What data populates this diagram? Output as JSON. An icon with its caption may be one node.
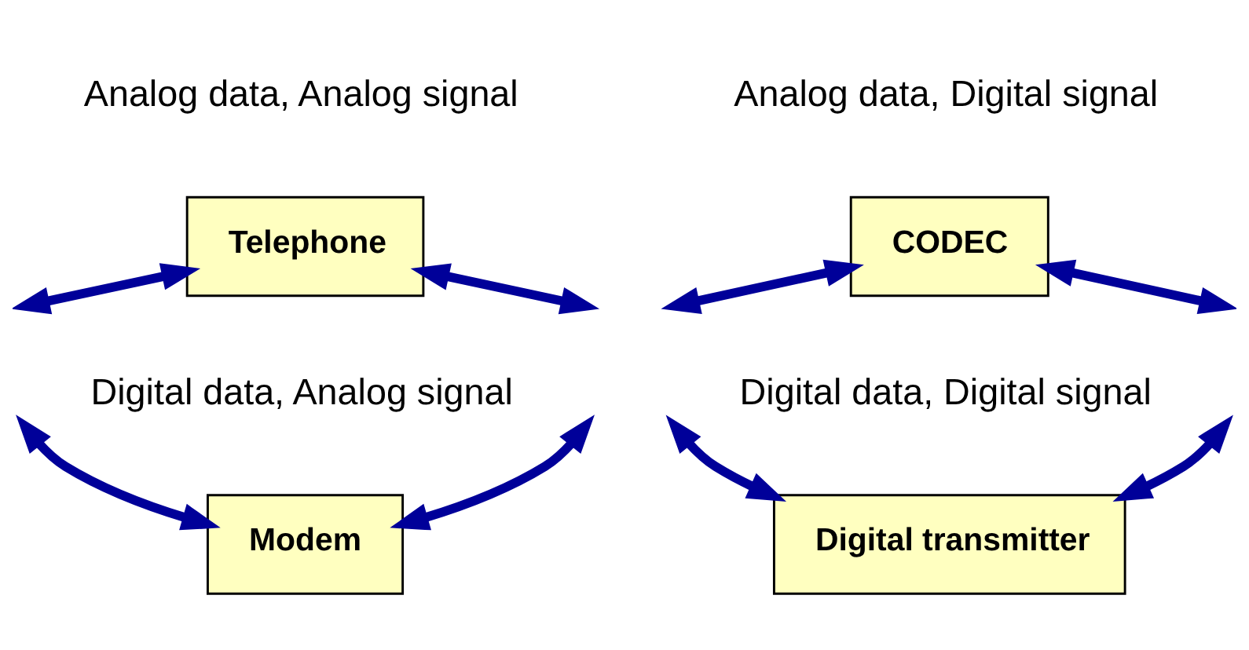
{
  "diagram": {
    "nodes": [
      {
        "text": [
          "Telephone"
        ],
        "beside": [
          "Analog data, Analog signal"
        ]
      },
      {
        "text": [
          "CODEC"
        ],
        "beside": [
          "Analog data, Digital signal"
        ]
      },
      {
        "text": [
          "Modem"
        ],
        "beside": [
          "Digital data, Analog signal"
        ]
      },
      {
        "text": [
          "Digital transmitter"
        ],
        "beside": [
          "Digital data, Digital signal"
        ]
      }
    ],
    "edges": [
      {
        "from": null,
        "to": 0,
        "arrow": "both"
      },
      {
        "from": 0,
        "to": null,
        "arrow": "both"
      },
      {
        "from": null,
        "to": 1,
        "arrow": "both"
      },
      {
        "from": 1,
        "to": null,
        "arrow": "both"
      },
      {
        "from": null,
        "to": 2,
        "arrow": "both"
      },
      {
        "from": 2,
        "to": null,
        "arrow": "both"
      },
      {
        "from": null,
        "to": 3,
        "arrow": "both"
      },
      {
        "from": 3,
        "to": null,
        "arrow": "both"
      }
    ]
  }
}
